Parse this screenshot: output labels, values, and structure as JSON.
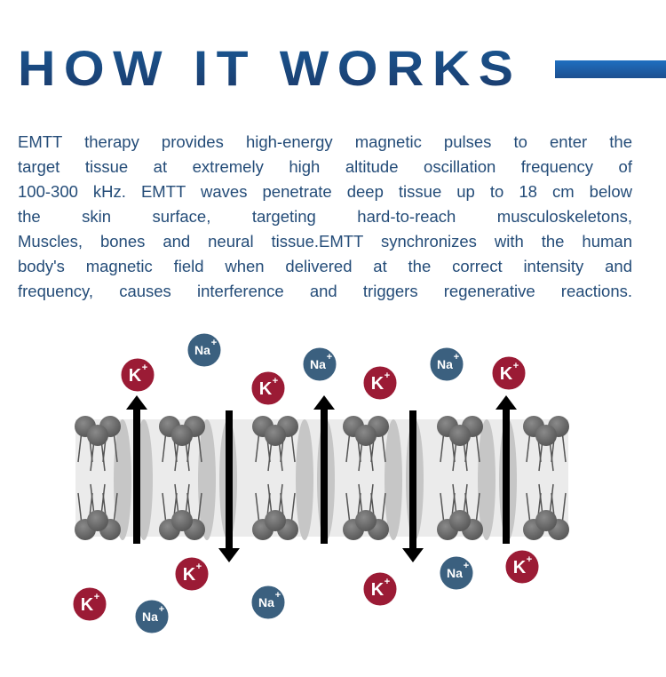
{
  "heading": "HOW IT WORKS",
  "description_lines": [
    "EMTT therapy provides high-energy magnetic pulses to enter the",
    "target tissue at extremely high altitude oscillation frequency of",
    "100-300 kHz. EMTT waves penetrate deep tissue up to 18 cm below",
    "the skin surface, targeting hard-to-reach musculoskeletons,",
    "Muscles, bones and neural tissue.EMTT synchronizes with the human",
    "body's magnetic field when delivered at the correct intensity and",
    "frequency, causes interference and triggers regenerative reactions."
  ],
  "diagram": {
    "potassium": {
      "symbol": "K",
      "charge": "+",
      "color": "#9b1b35"
    },
    "sodium": {
      "symbol": "Na",
      "charge": "+",
      "color": "#3b607f"
    }
  }
}
